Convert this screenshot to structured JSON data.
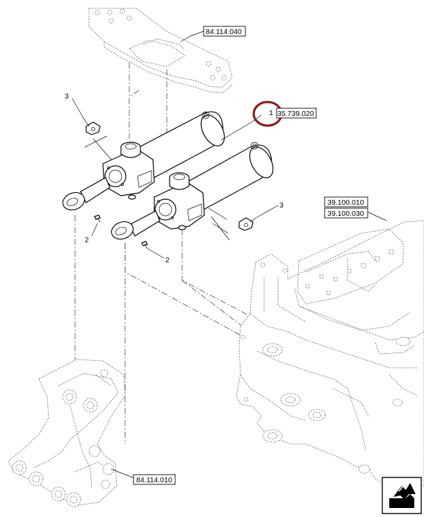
{
  "references": {
    "ref_top": "84.114.040",
    "ref_cylinder": "35.739.020",
    "ref_frame_1": "39.100.010",
    "ref_frame_2": "39.100.030",
    "ref_bottom": "84.114.010"
  },
  "callouts": {
    "item1": "1",
    "item2_left": "2",
    "item2_right": "2",
    "item3_left": "3",
    "item3_right": "3"
  },
  "highlight": {
    "color": "#8b1a1a",
    "target": "item1"
  },
  "nav_icon": "navigation-arrow-icon"
}
